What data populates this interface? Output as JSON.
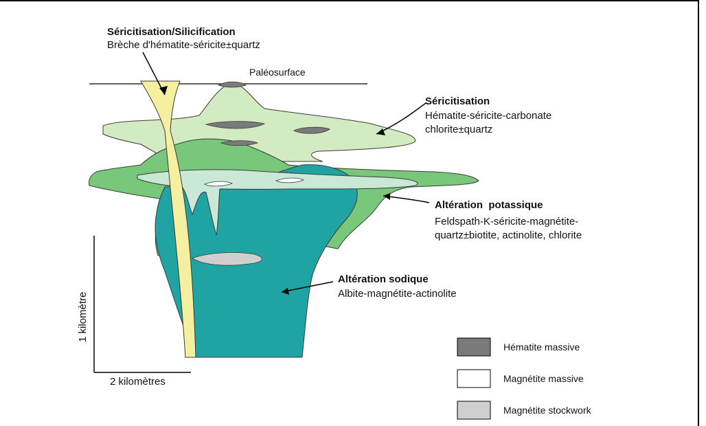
{
  "labels": {
    "sericitisation_silicification": {
      "title": "Séricitisation/Silicification",
      "subtitle": "Brèche d'hématite-séricite±quartz"
    },
    "paleosurface": "Paléosurface",
    "sericitisation": {
      "title": "Séricitisation",
      "line1": "Hématite-séricite-carbonate",
      "line2": "chlorite±quartz"
    },
    "alteration_potassique": {
      "title": "Altération  potassique",
      "line1": "Feldspath-K-séricite-magnétite-",
      "line2": "quartz±biotite, actinolite, chlorite"
    },
    "alteration_sodique": {
      "title": "Altération sodique",
      "line1": "Albite-magnétite-actinolite"
    }
  },
  "scale": {
    "vertical": "1 kilomètre",
    "horizontal": "2 kilomètres"
  },
  "legend": [
    {
      "label": "Hématite massive",
      "color": "#7a7a7a"
    },
    {
      "label": "Magnétite massive",
      "color": "#ffffff"
    },
    {
      "label": "Magnétite stockwork",
      "color": "#cfcfcf"
    }
  ],
  "colors": {
    "sodique": "#1fa3a3",
    "potassique": "#79c77a",
    "sericite_upper": "#d3ebc0",
    "sericite_inner": "#c9e8d6",
    "breccia": "#f5f0a0"
  }
}
